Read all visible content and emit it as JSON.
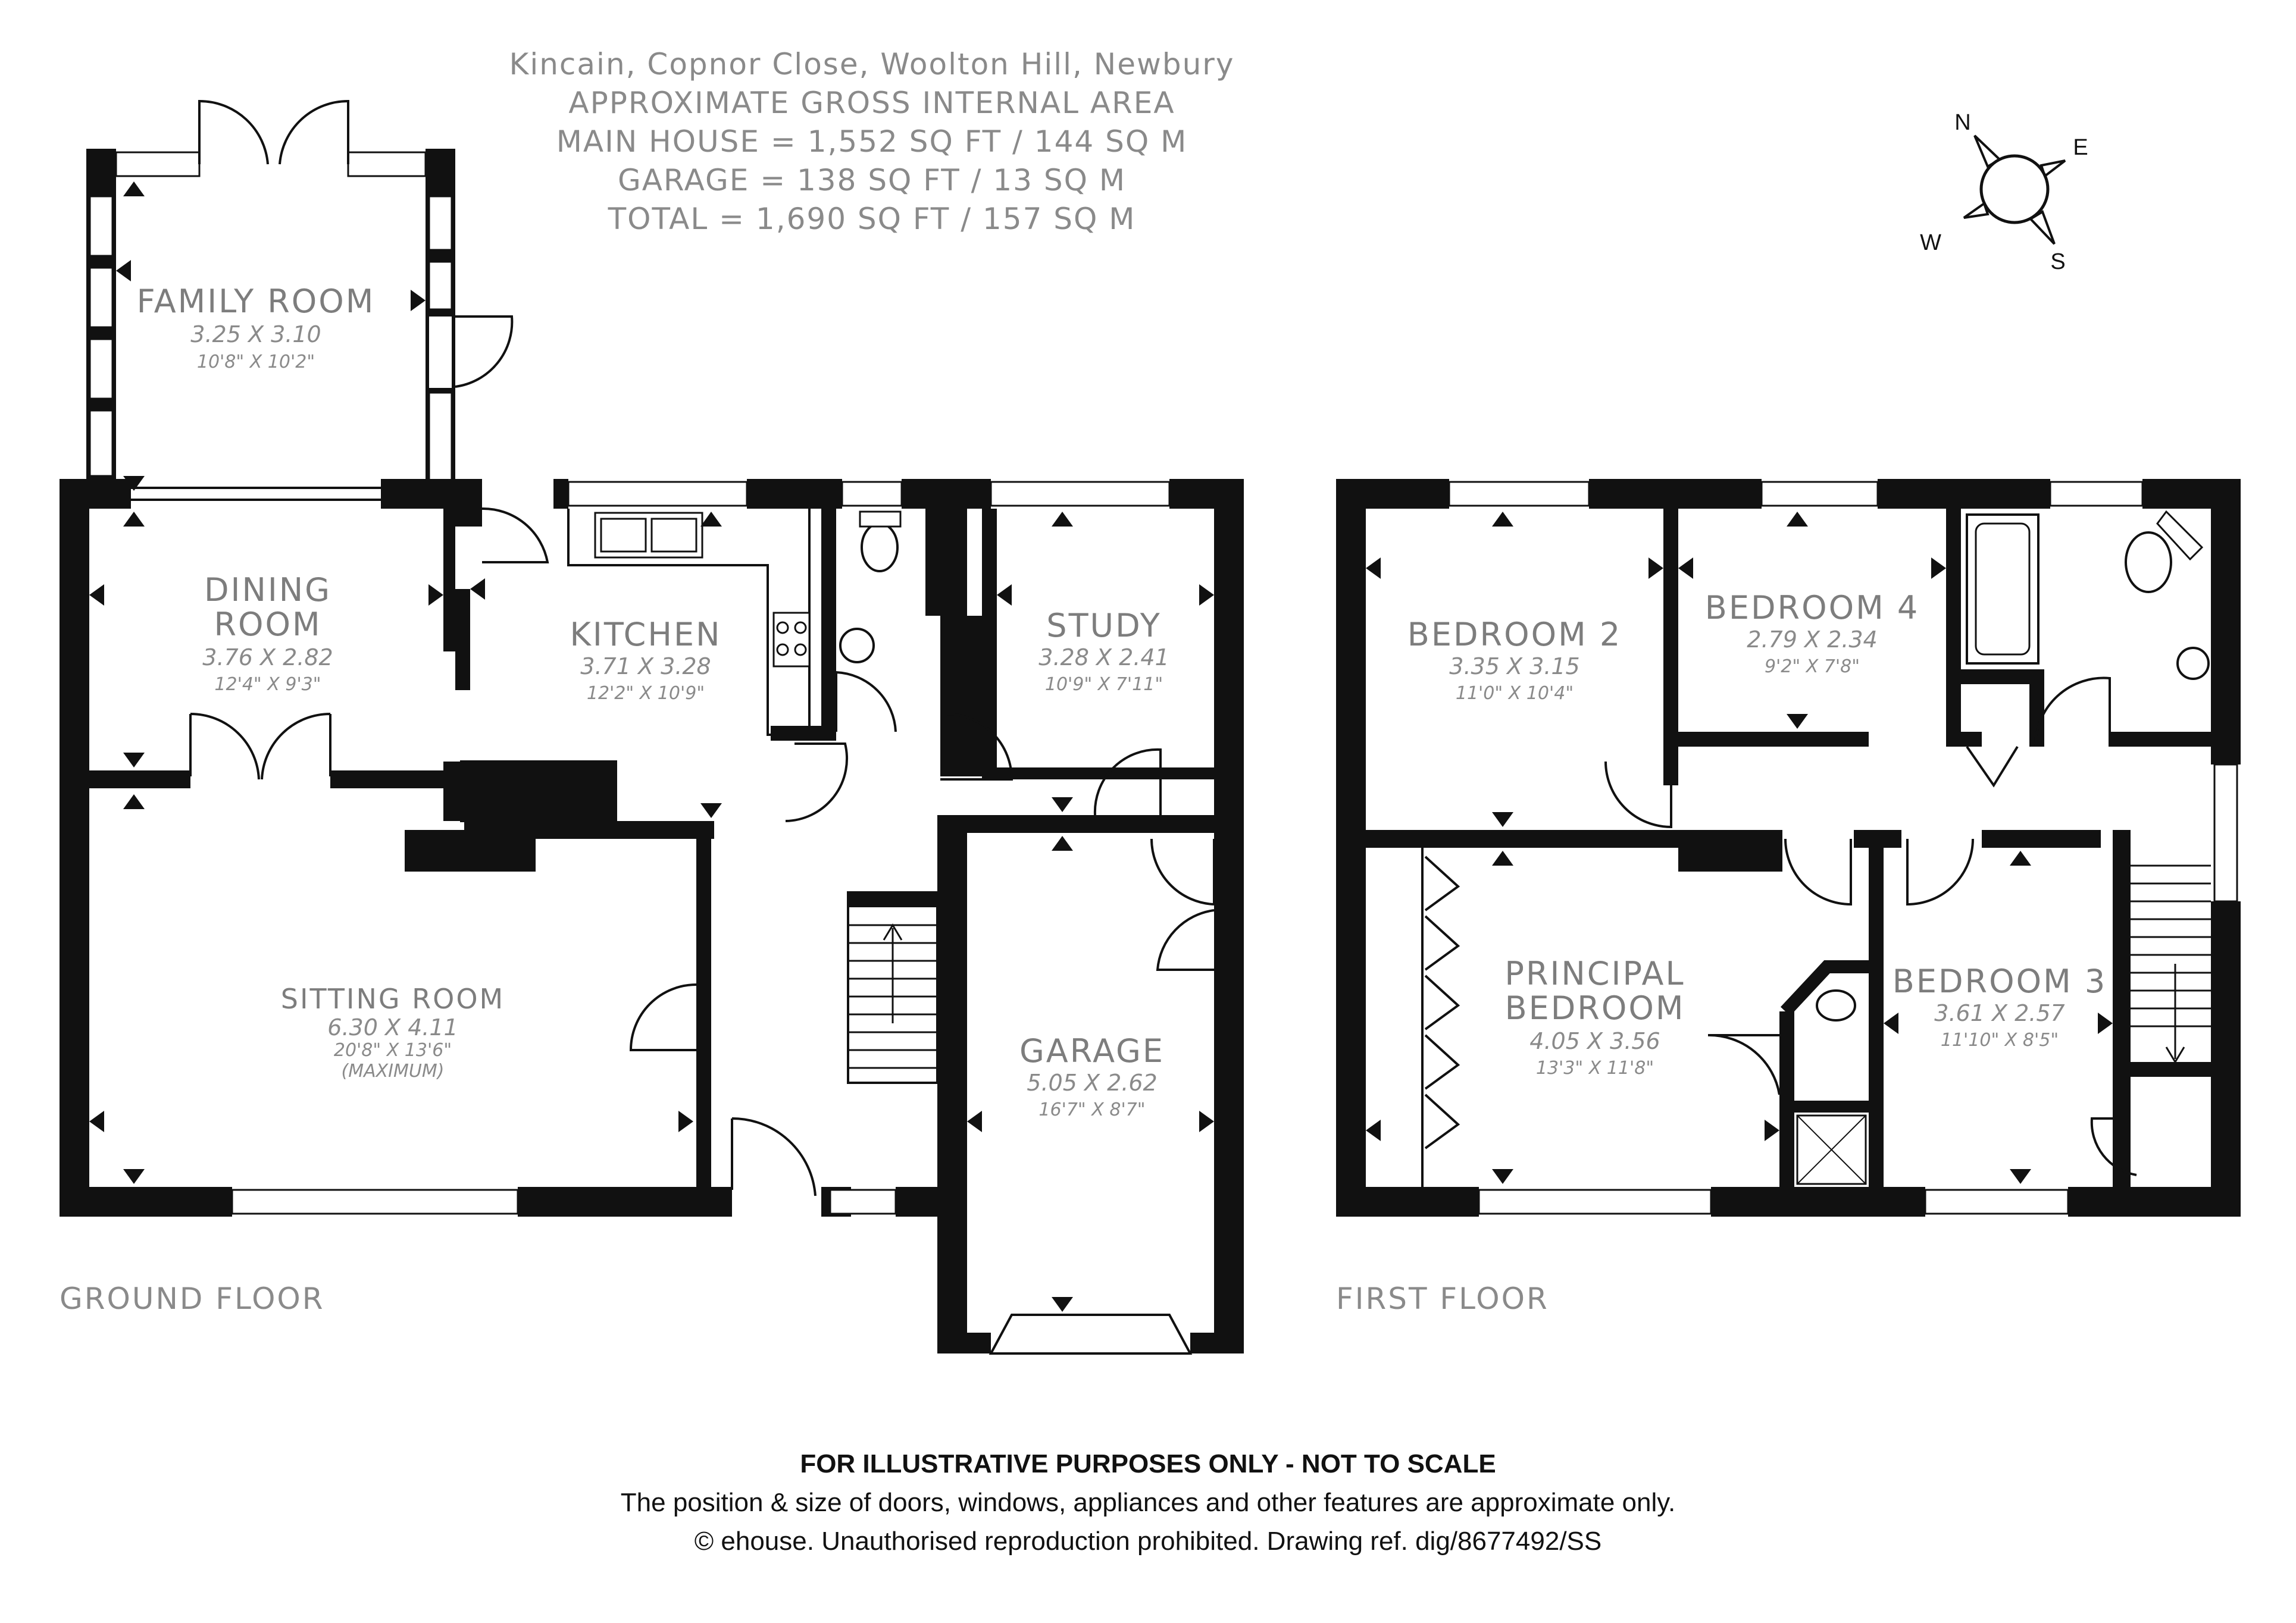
{
  "header": {
    "address": "Kincain, Copnor Close, Woolton Hill, Newbury",
    "area_title": "APPROXIMATE GROSS INTERNAL AREA",
    "main_house": "MAIN HOUSE = 1,552 SQ FT / 144 SQ M",
    "garage": "GARAGE = 138 SQ FT / 13 SQ M",
    "total": "TOTAL = 1,690 SQ FT / 157 SQ M"
  },
  "compass": {
    "n": "N",
    "e": "E",
    "s": "S",
    "w": "W"
  },
  "ground_floor": {
    "label": "GROUND FLOOR",
    "rooms": {
      "family_room": {
        "name": "FAMILY ROOM",
        "metric": "3.25 X 3.10",
        "imperial": "10'8\" X 10'2\""
      },
      "dining_room": {
        "name_1": "DINING",
        "name_2": "ROOM",
        "metric": "3.76 X 2.82",
        "imperial": "12'4\" X 9'3\""
      },
      "kitchen": {
        "name": "KITCHEN",
        "metric": "3.71 X 3.28",
        "imperial": "12'2\" X 10'9\""
      },
      "study": {
        "name": "STUDY",
        "metric": "3.28 X 2.41",
        "imperial": "10'9\" X 7'11\""
      },
      "sitting_room": {
        "name": "SITTING ROOM",
        "metric": "6.30 X 4.11",
        "imperial": "20'8\" X 13'6\"",
        "note": "(MAXIMUM)"
      },
      "garage": {
        "name": "GARAGE",
        "metric": "5.05 X 2.62",
        "imperial": "16'7\" X 8'7\""
      }
    }
  },
  "first_floor": {
    "label": "FIRST FLOOR",
    "rooms": {
      "bedroom_2": {
        "name": "BEDROOM 2",
        "metric": "3.35 X 3.15",
        "imperial": "11'0\" X 10'4\""
      },
      "bedroom_4": {
        "name": "BEDROOM 4",
        "metric": "2.79 X 2.34",
        "imperial": "9'2\" X 7'8\""
      },
      "principal_bedroom": {
        "name_1": "PRINCIPAL",
        "name_2": "BEDROOM",
        "metric": "4.05 X 3.56",
        "imperial": "13'3\" X 11'8\""
      },
      "bedroom_3": {
        "name": "BEDROOM 3",
        "metric": "3.61 X 2.57",
        "imperial": "11'10\" X 8'5\""
      }
    }
  },
  "disclaimer": {
    "line1": "FOR ILLUSTRATIVE PURPOSES ONLY - NOT TO SCALE",
    "line2": "The position & size of doors, windows, appliances and other features are approximate only.",
    "line3": "© ehouse. Unauthorised reproduction prohibited. Drawing ref. dig/8677492/SS"
  }
}
